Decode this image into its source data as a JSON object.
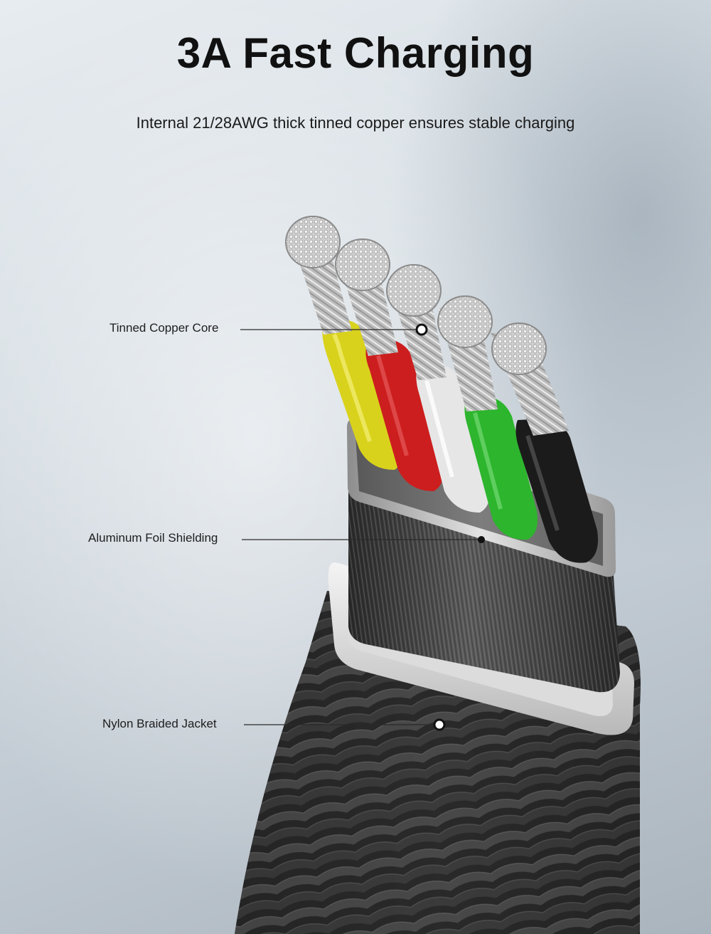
{
  "title": "3A Fast Charging",
  "subtitle": "Internal 21/28AWG thick tinned copper ensures stable charging",
  "callouts": {
    "core": "Tinned Copper Core",
    "foil": "Aluminum Foil Shielding",
    "jacket": "Nylon Braided Jacket"
  },
  "colors": {
    "wire_yellow": "#d9d21c",
    "wire_red": "#cc1e1e",
    "wire_white": "#e6e6e6",
    "wire_green": "#2db52d",
    "wire_black": "#1b1b1b"
  }
}
